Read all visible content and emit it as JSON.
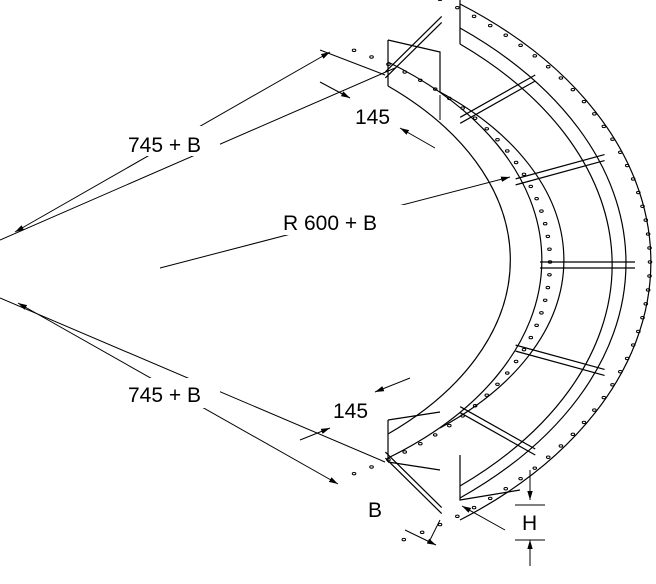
{
  "labels": {
    "length_top": "745 + B",
    "length_bottom": "745 + B",
    "straight_top": "145",
    "straight_bottom": "145",
    "radius": "R 600 + B",
    "width": "B",
    "height": "H"
  }
}
